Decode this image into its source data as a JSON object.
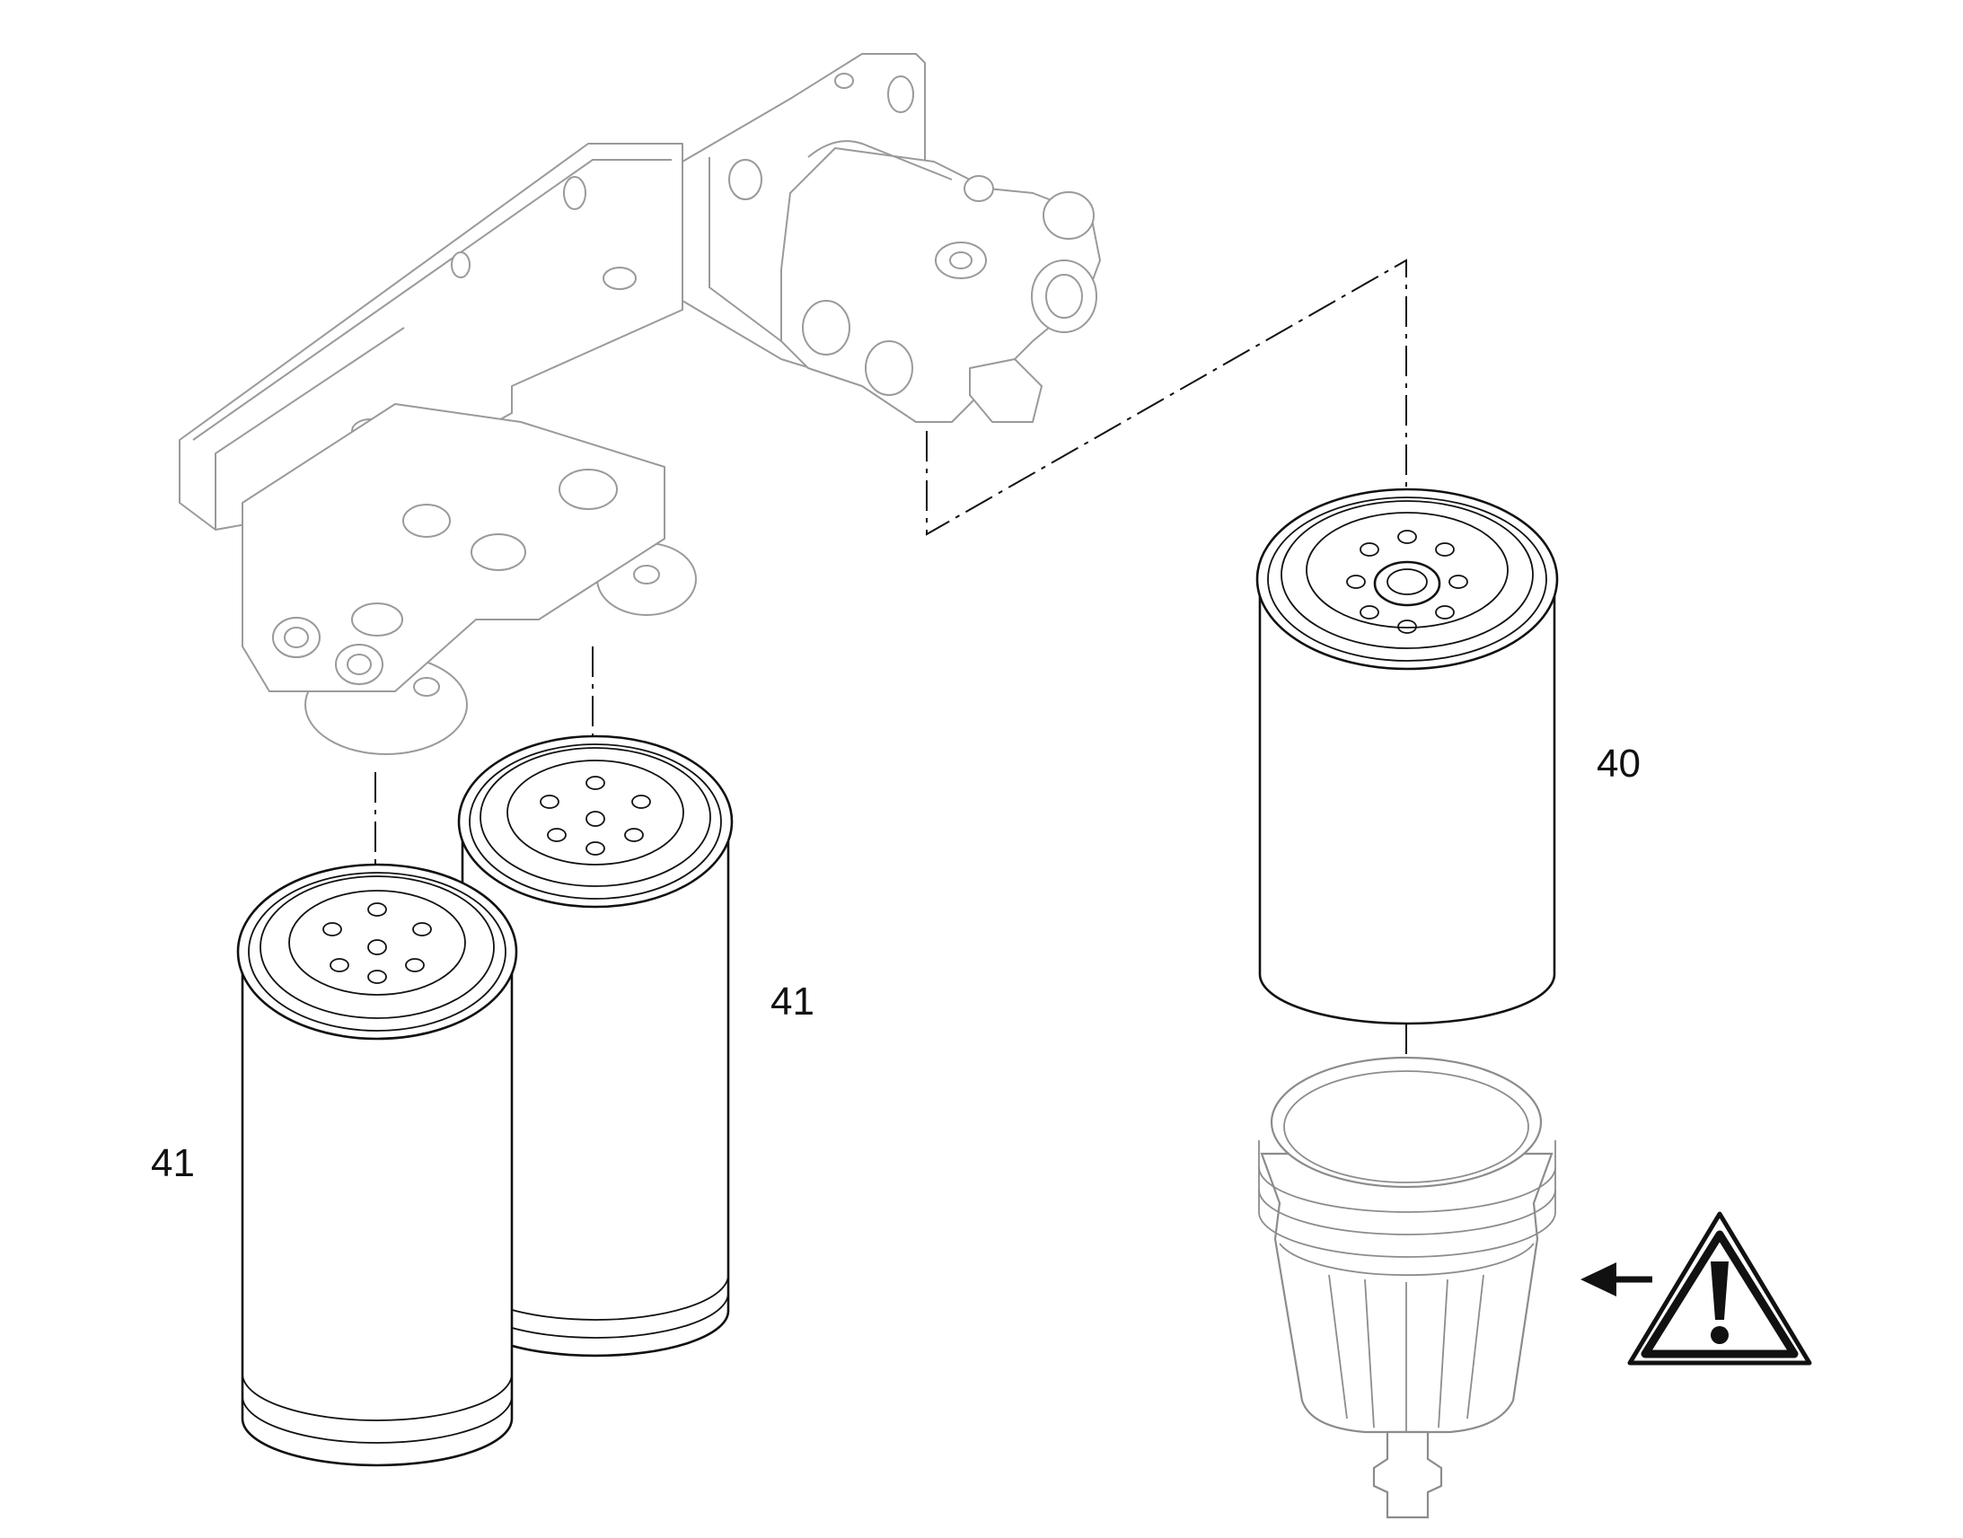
{
  "labels": {
    "filter_right": "40",
    "filter_left_back": "41",
    "filter_left_front": "41"
  },
  "icons": {
    "warning": "warning-triangle-icon",
    "arrow": "arrow-left-icon"
  },
  "colors": {
    "line": "#111111",
    "ghost": "#9a9a9a",
    "background": "#ffffff"
  }
}
